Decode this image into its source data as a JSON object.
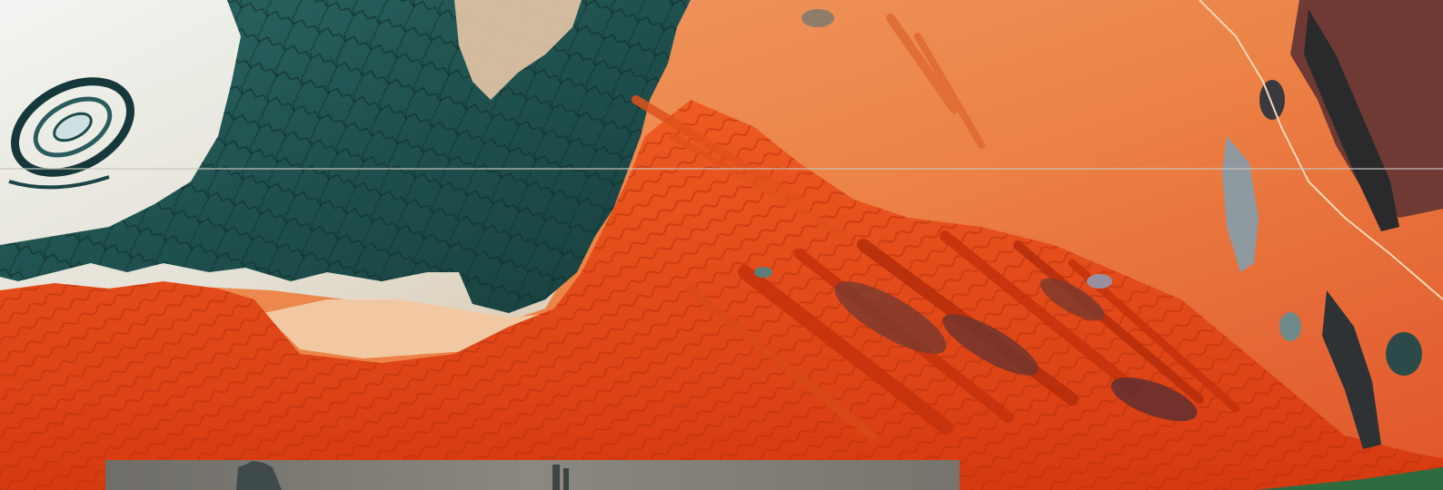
{
  "image": {
    "kind": "satellite false-color landscape",
    "regions": [
      {
        "name": "pale-plateau",
        "color": "#dfe6df"
      },
      {
        "name": "dark-dendritic-canyon-region",
        "color": "#1f4f4d"
      },
      {
        "name": "sand-sea",
        "color": "#e2471a"
      },
      {
        "name": "orange-desert-plain",
        "color": "#ec8a4c"
      },
      {
        "name": "eastern-ridges",
        "color": "#6e3a33"
      },
      {
        "name": "lower-photo-strip",
        "color": "#7d7a74"
      }
    ],
    "colors": {
      "sand_deep": "#d8380f",
      "sand_mid": "#ee5a22",
      "sand_light": "#f5a36e",
      "teal_dark": "#163f3e",
      "teal_mid": "#2f6a66",
      "plateau": "#e9ece6",
      "ridge_dark": "#2a2a2d",
      "road": "#f6d8b8"
    }
  }
}
